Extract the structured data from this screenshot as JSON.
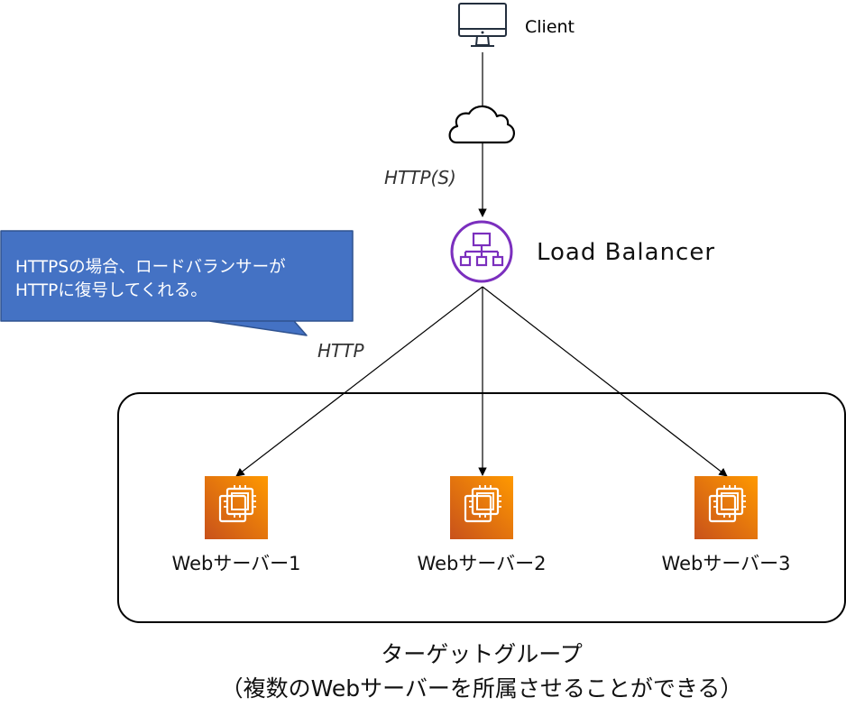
{
  "client": {
    "label": "Client",
    "icon": "desktop-monitor-icon"
  },
  "internet": {
    "icon": "cloud-icon"
  },
  "protocols": {
    "client_to_lb": "HTTP(S)",
    "lb_to_servers": "HTTP"
  },
  "load_balancer": {
    "label": "Load Balancer",
    "icon": "load-balancer-icon",
    "color": "#7B2FBE"
  },
  "callout": {
    "line1": "HTTPSの場合、ロードバランサーが",
    "line2": "HTTPに復号してくれる。",
    "color": "#4472C4"
  },
  "servers": [
    {
      "label": "Webサーバー1"
    },
    {
      "label": "Webサーバー2"
    },
    {
      "label": "Webサーバー3"
    }
  ],
  "server_icon": {
    "name": "ec2-instance-icon",
    "color_light": "#F8991D",
    "color_dark": "#D05C17"
  },
  "target_group": {
    "title": "ターゲットグループ",
    "subtitle": "（複数のWebサーバーを所属させることができる）"
  }
}
